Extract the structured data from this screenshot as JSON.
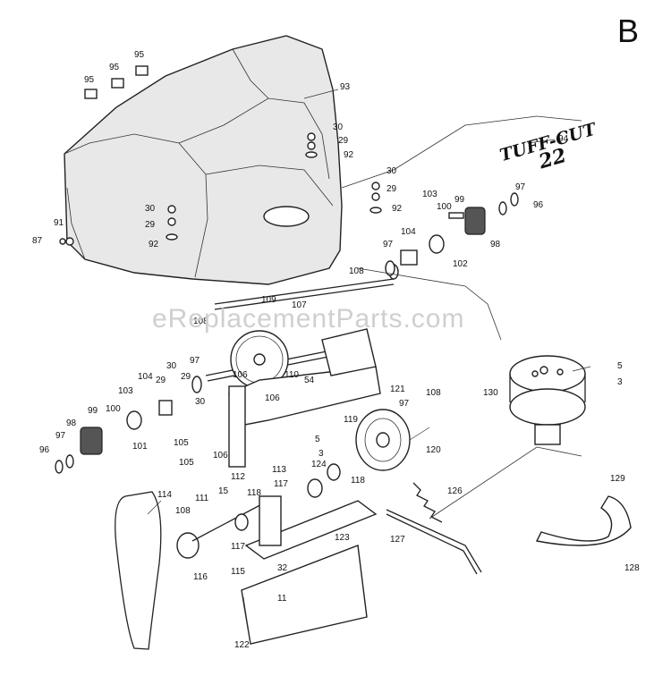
{
  "page_letter": "B",
  "watermark": "eReplacementParts.com",
  "logo": {
    "line1": "TUFF-CUT",
    "line2": "22"
  },
  "callouts": {
    "c95a": "95",
    "c95b": "95",
    "c95c": "95",
    "c93": "93",
    "c30a": "30",
    "c29a": "29",
    "c92a": "92",
    "c94": "94",
    "c30b": "30",
    "c29b": "29",
    "c92b": "92",
    "c103a": "103",
    "c100a": "100",
    "c99a": "99",
    "c97a": "97",
    "c96a": "96",
    "c104a": "104",
    "c98a": "98",
    "c102": "102",
    "c91": "91",
    "c87": "87",
    "c30c": "30",
    "c29c": "29",
    "c92c": "92",
    "c108a": "108",
    "c109": "109",
    "c107": "107",
    "c108b": "108",
    "c104b": "104",
    "c103b": "103",
    "c30d": "30",
    "c29d": "29",
    "c97b": "97",
    "c29e": "29",
    "c30e": "30",
    "c110": "110",
    "c54": "54",
    "c121": "121",
    "c108c": "108",
    "c99b": "99",
    "c100b": "100",
    "c98b": "98",
    "c101": "101",
    "c97c": "97",
    "c96b": "96",
    "c106a": "106",
    "c106b": "106",
    "c105a": "105",
    "c105b": "105",
    "c106c": "106",
    "c5a": "5",
    "c3a": "3",
    "c119": "119",
    "c97d": "97",
    "c120": "120",
    "c124": "124",
    "c113": "113",
    "c118a": "118",
    "c117a": "117",
    "c118b": "118",
    "c112": "112",
    "c111": "111",
    "c15": "15",
    "c114": "114",
    "c108d": "108",
    "c117b": "117",
    "c116": "116",
    "c115": "115",
    "c32": "32",
    "c11": "11",
    "c123": "123",
    "c122": "122",
    "c126": "126",
    "c127": "127",
    "c5b": "5",
    "c3b": "3",
    "c130": "130",
    "c129": "129",
    "c128": "128"
  }
}
